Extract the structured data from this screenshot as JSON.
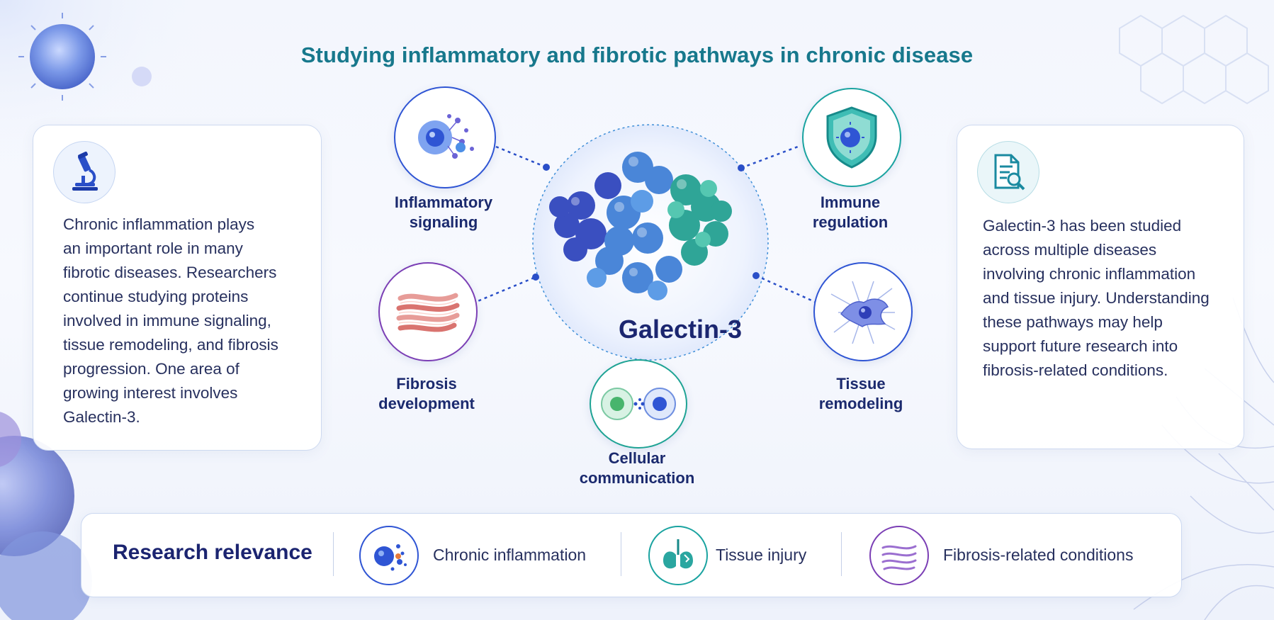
{
  "title": "Studying inflammatory and fibrotic pathways in chronic disease",
  "left_panel": {
    "icon": "microscope-icon",
    "lines": [
      "Chronic inflammation plays",
      "an important role in many",
      "fibrotic diseases. Researchers",
      "continue studying proteins",
      "involved in immune signaling,",
      "tissue remodeling, and fibrosis",
      "progression. One area of",
      "growing interest involves",
      "Galectin-3."
    ]
  },
  "right_panel": {
    "icon": "document-search-icon",
    "lines": [
      "Galectin-3 has been studied",
      "across multiple diseases",
      "involving chronic inflammation",
      "and tissue injury. Understanding",
      "these pathways may help",
      "support future research into",
      "fibrosis-related conditions."
    ]
  },
  "center": {
    "label": "Galectin-3",
    "icon": "protein-structure-icon"
  },
  "nodes": {
    "inflammatory": {
      "line1": "Inflammatory",
      "line2": "signaling",
      "icon": "immune-cell-icon",
      "color": "#2f55d4"
    },
    "fibrosis": {
      "line1": "Fibrosis",
      "line2": "development",
      "icon": "fibrous-tissue-icon",
      "color": "#7b3fb5"
    },
    "cellular": {
      "line1": "Cellular",
      "line2": "communication",
      "icon": "cell-communication-icon",
      "color": "#1ea394"
    },
    "immune": {
      "line1": "Immune",
      "line2": "regulation",
      "icon": "shield-cell-icon",
      "color": "#1aa3a0"
    },
    "tissue": {
      "line1": "Tissue",
      "line2": "remodeling",
      "icon": "remodeling-cell-icon",
      "color": "#2f55d4"
    }
  },
  "bar": {
    "title": "Research relevance",
    "items": [
      {
        "label": "Chronic inflammation",
        "icon": "inflammation-cell-icon",
        "color": "#2f55d4"
      },
      {
        "label": "Tissue injury",
        "icon": "lung-injury-icon",
        "color": "#1aa3a0"
      },
      {
        "label": "Fibrosis-related conditions",
        "icon": "fibrosis-layers-icon",
        "color": "#7b3fb5"
      }
    ]
  },
  "colors": {
    "title": "#17788c",
    "heading": "#1b2a6e",
    "body_text": "#27305e",
    "connector": "#2a4fc8"
  }
}
